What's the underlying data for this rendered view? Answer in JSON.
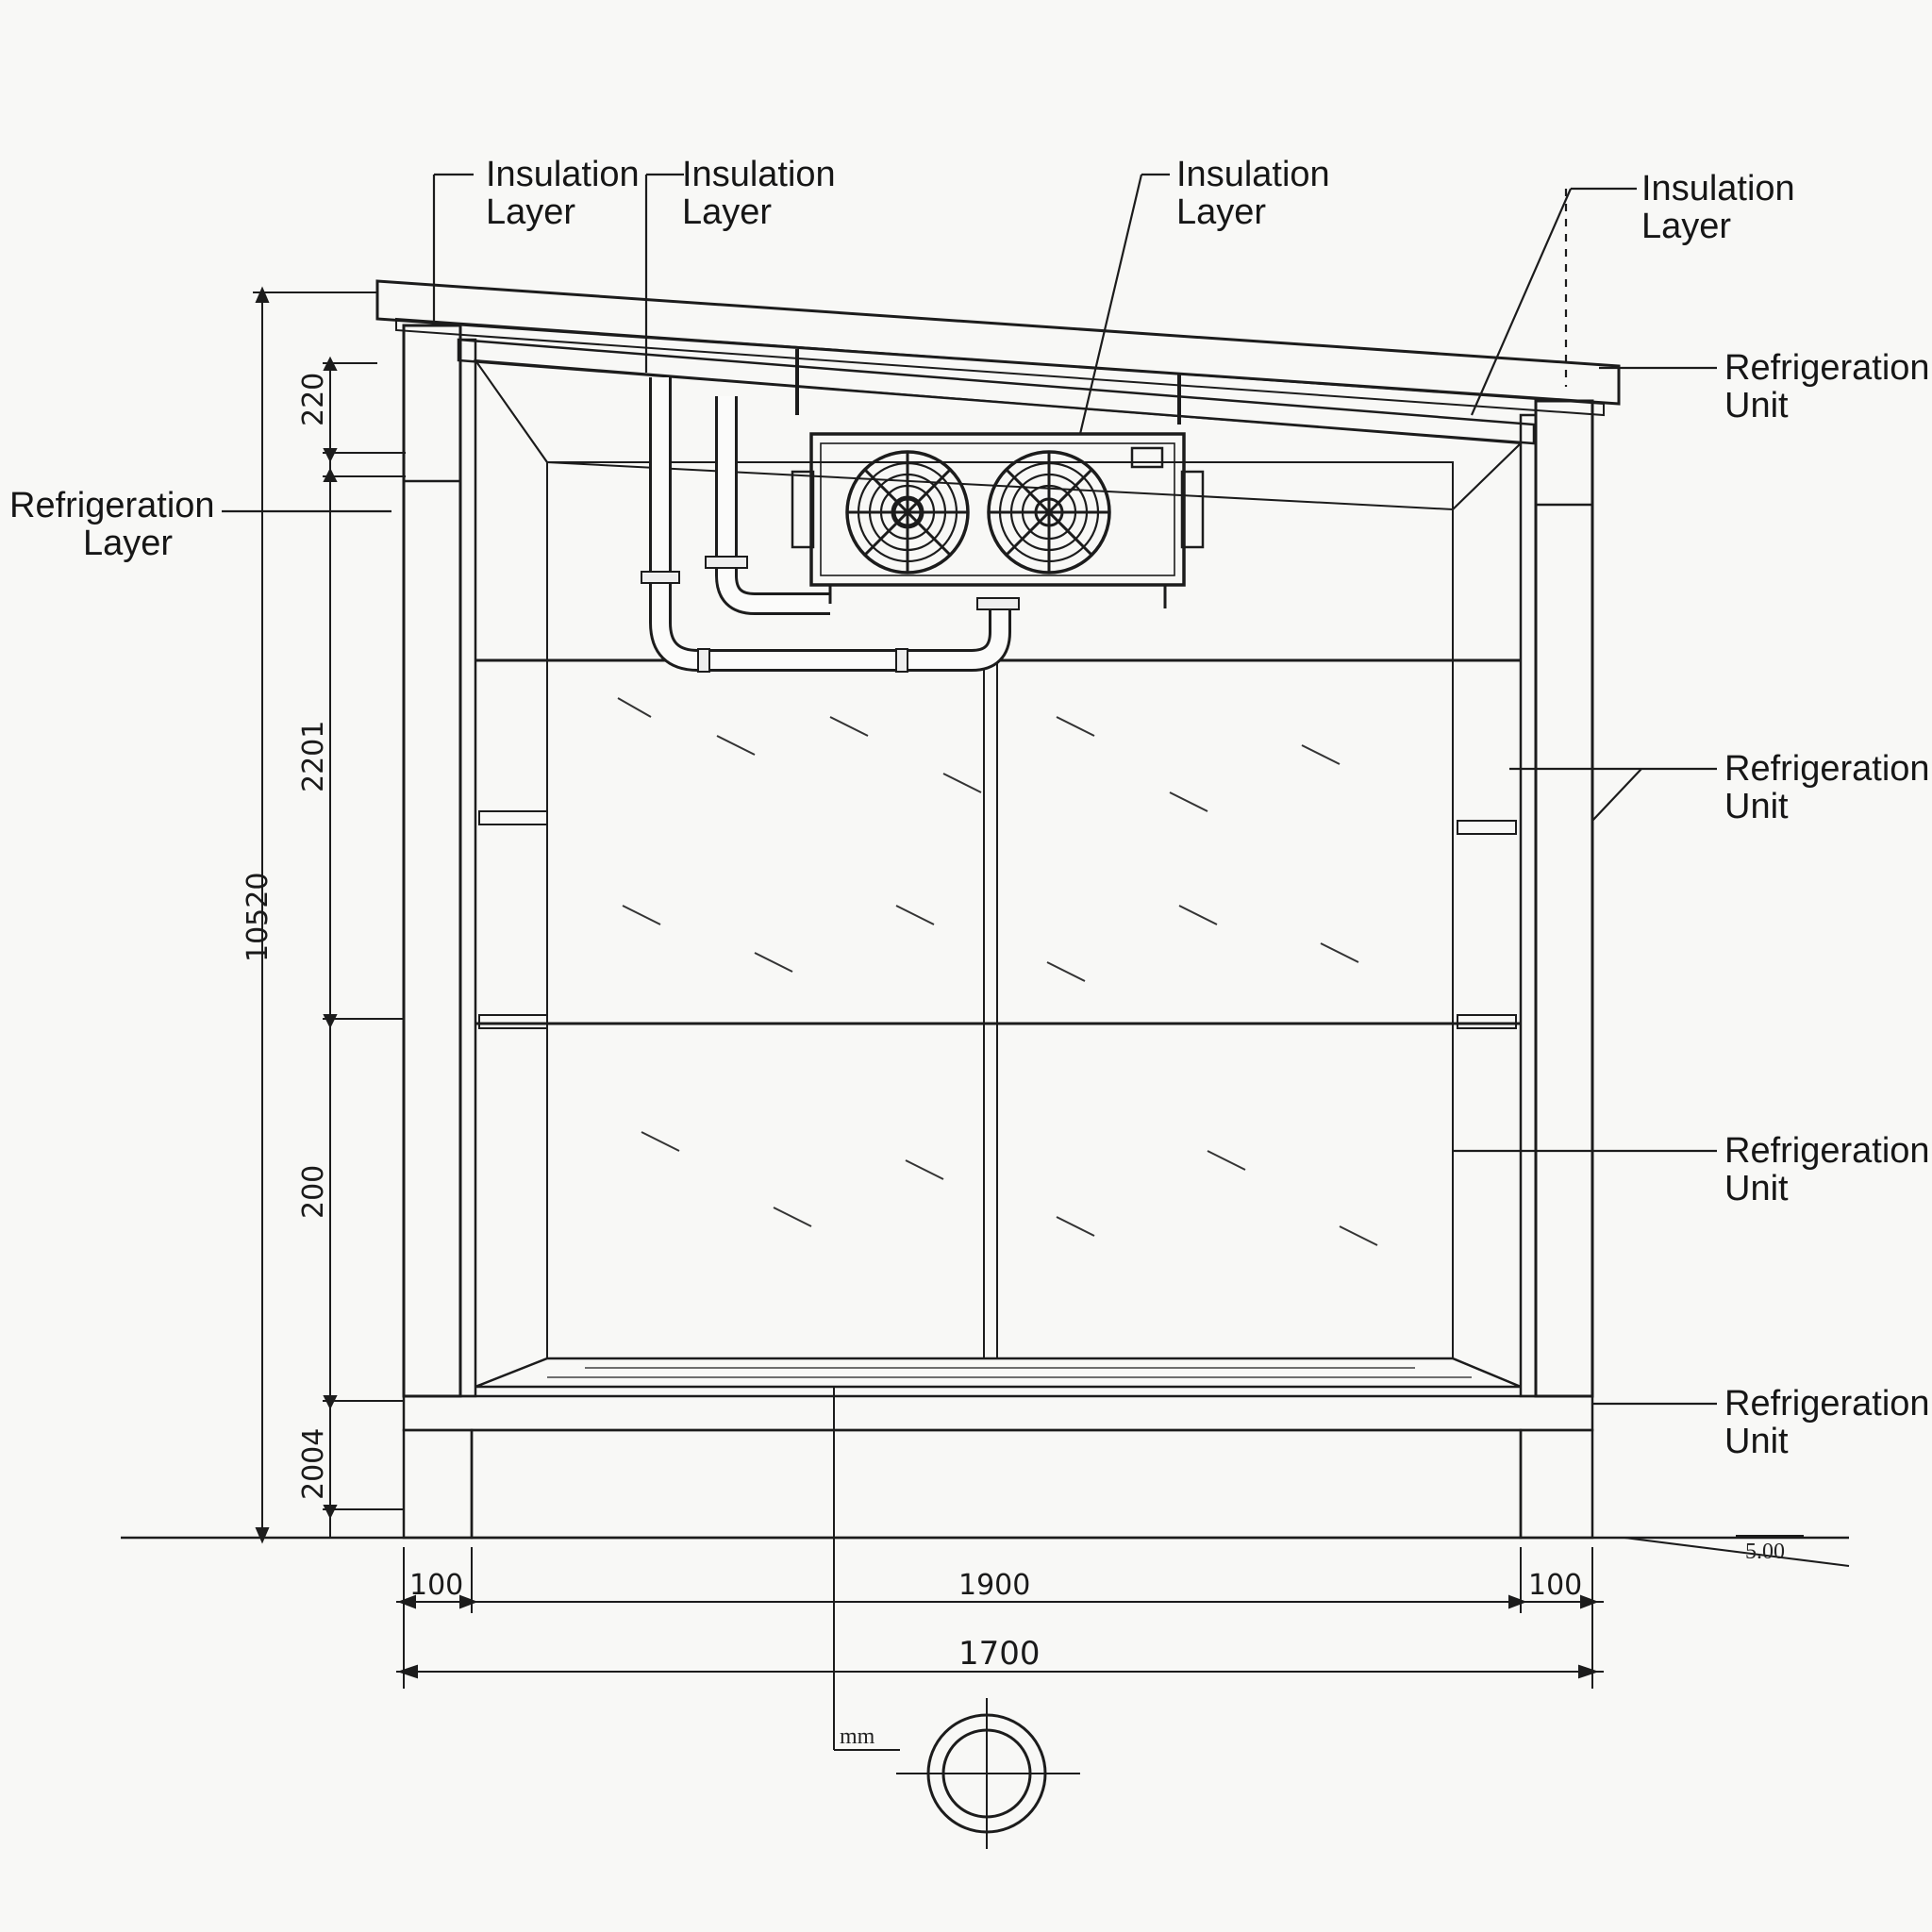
{
  "callouts": {
    "top_left_1": [
      "Insulation",
      "Layer"
    ],
    "top_left_2": [
      "Insulation",
      "Layer"
    ],
    "top_center": [
      "Insulation",
      "Layer"
    ],
    "top_right": [
      "Insulation",
      "Layer"
    ],
    "left": [
      "Refrigeration",
      "Layer"
    ],
    "right_1": [
      "Refrigeration",
      "Unit"
    ],
    "right_2": [
      "Refrigeration",
      "Unit"
    ],
    "right_3": [
      "Refrigeration",
      "Unit"
    ],
    "right_4": [
      "Refrigeration",
      "Unit"
    ]
  },
  "dimensions": {
    "overall_height": "10520",
    "seg_top": "220",
    "seg_upper": "2201",
    "seg_lower": "200",
    "seg_bottom": "2004",
    "wall_left": "100",
    "interior_width": "1900",
    "wall_right": "100",
    "overall_width": "1700",
    "unit": "mm",
    "ground_mark": "5.00"
  }
}
